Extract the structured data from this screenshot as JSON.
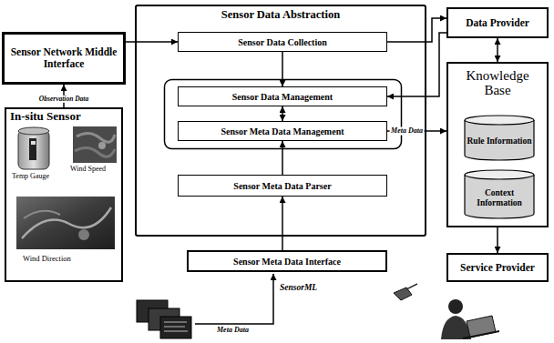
{
  "diagram": {
    "nodes": [
      {
        "text": [
          "Sensor Data Abstraction"
        ]
      },
      {
        "text": [
          "Sensor Data Collection"
        ],
        "in": 0
      },
      {
        "text": [
          "Sensor Data Management"
        ],
        "in": 0
      },
      {
        "text": [
          "Sensor Meta Data Management"
        ],
        "in": 0
      },
      {
        "text": [
          "Sensor Meta Data Parser"
        ],
        "in": 0
      },
      {
        "text": [
          "Sensor Meta Data Interface"
        ]
      },
      {
        "text": [
          "Sensor Network Middle Interface"
        ]
      },
      {
        "text": [
          "In-situ Sensor",
          "Temp Gauge",
          "Wind Speed",
          "Wind Direction"
        ]
      },
      {
        "text": [
          "Data Provider"
        ]
      },
      {
        "text": [
          "Knowledge Base"
        ]
      },
      {
        "text": [
          "Rule Information"
        ],
        "in": 9
      },
      {
        "text": [
          "Context Information"
        ],
        "in": 9
      },
      {
        "text": [
          "Service Provider"
        ]
      }
    ],
    "edges": [
      {
        "from": 7,
        "to": 6,
        "label": "Observation Data",
        "arrow": "to"
      },
      {
        "from": 6,
        "to": 1,
        "arrow": "to"
      },
      {
        "from": 1,
        "to": 2,
        "arrow": "to"
      },
      {
        "from": 2,
        "to": 3,
        "arrow": "both"
      },
      {
        "from": 4,
        "to": 3,
        "arrow": "to"
      },
      {
        "from": 5,
        "to": 4,
        "arrow": "to"
      },
      {
        "from": 1,
        "to": 8,
        "arrow": "to"
      },
      {
        "from": 8,
        "to": 2,
        "arrow": "to"
      },
      {
        "from": 8,
        "to": 9,
        "arrow": "both"
      },
      {
        "from": 3,
        "to": 9,
        "label": "Meta Data",
        "arrow": "to"
      },
      {
        "from": 9,
        "to": 12,
        "arrow": "to"
      }
    ],
    "labels": [
      "SensorML",
      "Meta Data"
    ]
  }
}
